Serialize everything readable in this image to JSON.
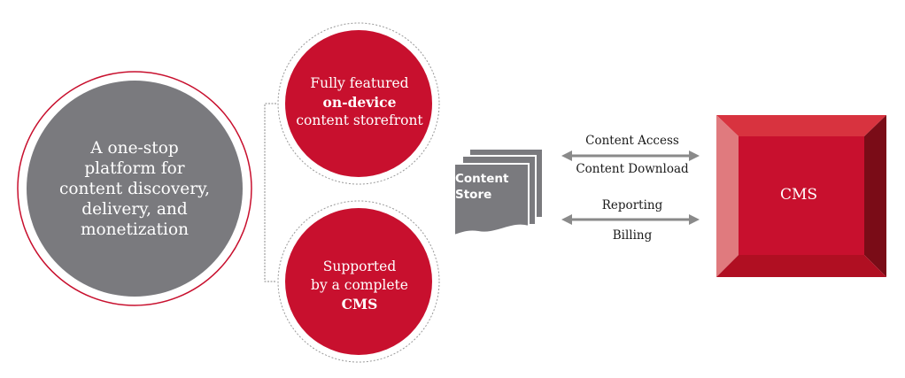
{
  "colors": {
    "accent_red": "#c8102e",
    "gray": "#7a7a7e",
    "cms_light": "#e07a7e",
    "cms_dark": "#7a0c17"
  },
  "platform_circle": {
    "lines": [
      "A one-stop",
      "platform for",
      "content discovery,",
      "delivery, and",
      "monetization"
    ]
  },
  "storefront_circle": {
    "line1": "Fully featured",
    "line2": "on-device",
    "line3": "content storefront"
  },
  "cms_circle": {
    "line1": "Supported",
    "line2": "by a complete",
    "line3": "CMS"
  },
  "content_store": {
    "line1": "Content",
    "line2": "Store"
  },
  "flows": {
    "content_access": "Content Access",
    "content_download": "Content Download",
    "reporting": "Reporting",
    "billing": "Billing"
  },
  "cms_box": {
    "label": "CMS"
  }
}
